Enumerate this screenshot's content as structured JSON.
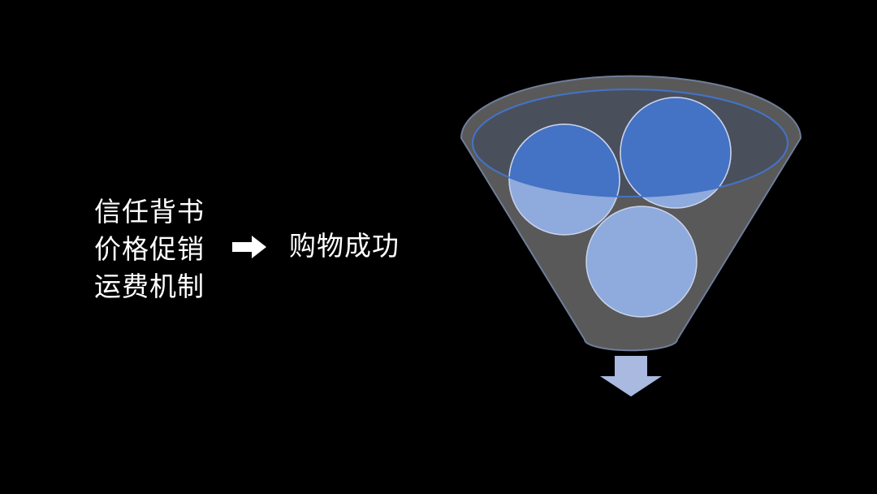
{
  "factors": [
    {
      "label": "信任背书"
    },
    {
      "label": "价格促销"
    },
    {
      "label": "运费机制"
    }
  ],
  "result": {
    "label": "购物成功"
  },
  "colors": {
    "background": "#000000",
    "text": "#ffffff",
    "funnel_body": "#595959",
    "funnel_rim": "#4472c4",
    "ball_dark": "#4472c4",
    "ball_light": "#8faadc",
    "output_arrow": "#a9b9e0"
  },
  "icons": {
    "pointer_arrow": "right-arrow-icon",
    "funnel": "funnel-icon",
    "output_arrow": "down-arrow-icon"
  }
}
